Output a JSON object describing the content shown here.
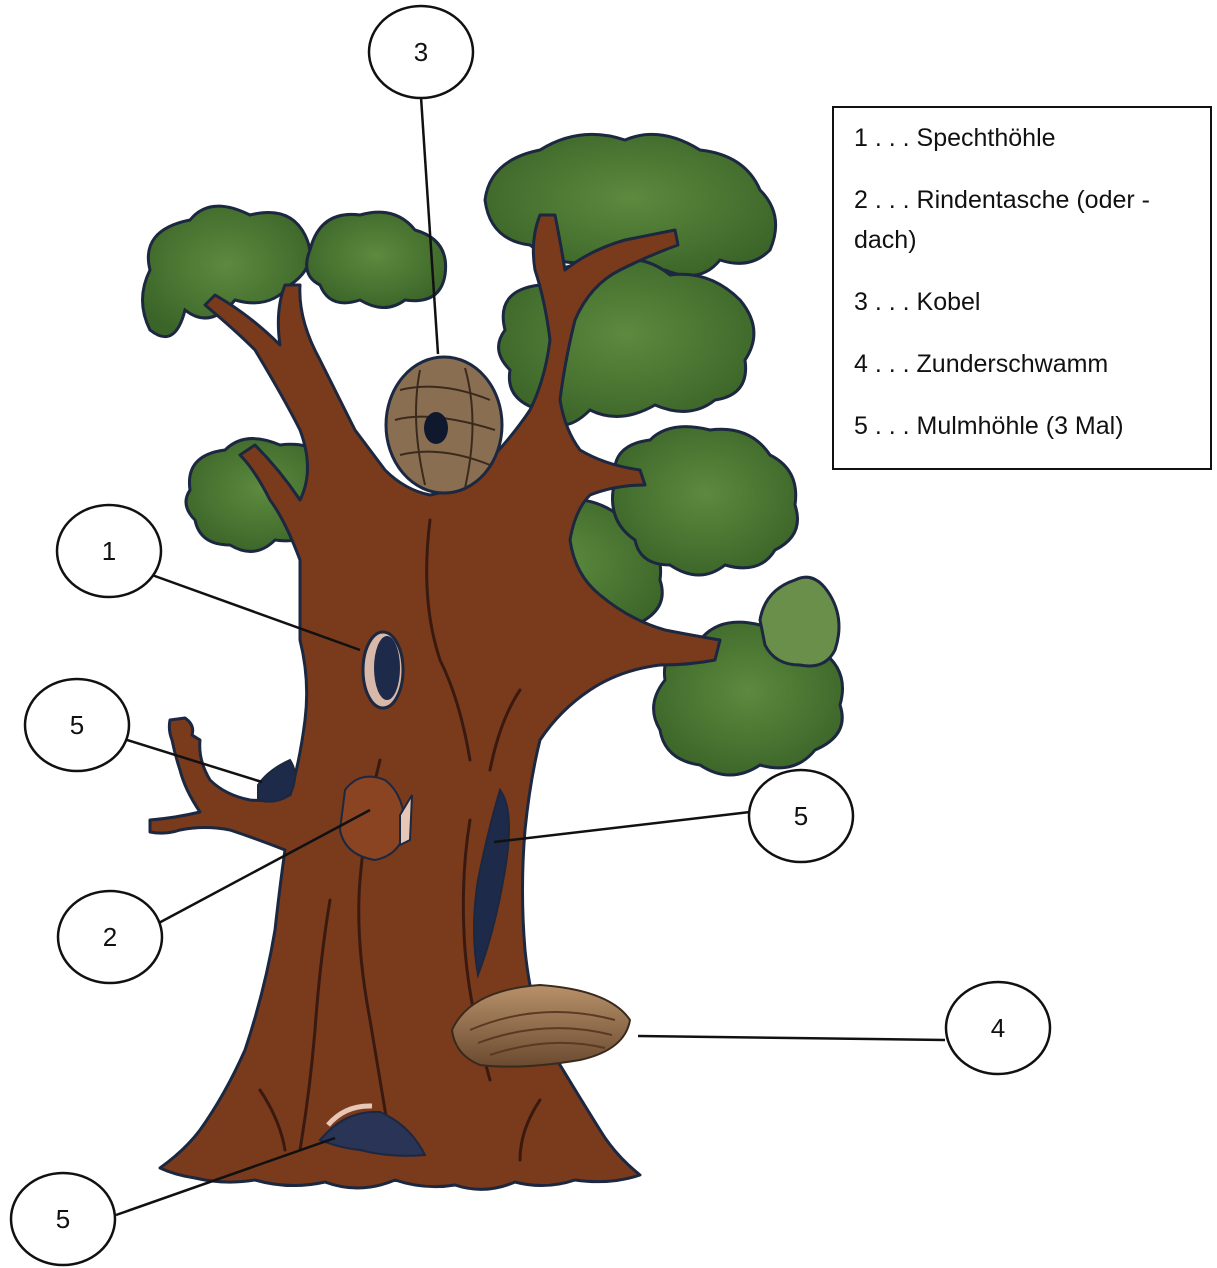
{
  "legend": {
    "items": [
      "1 . . . Spechthöhle",
      "2 . . . Rindentasche (oder -dach)",
      "3 . . . Kobel",
      "4 . . . Zunderschwamm",
      "5 . . . Mulmhöhle (3 Mal)"
    ]
  },
  "callouts": {
    "c1": "1",
    "c2": "2",
    "c3": "3",
    "c4": "4",
    "c5a": "5",
    "c5b": "5",
    "c5c": "5"
  },
  "colors": {
    "bark": "#7a3a1c",
    "outline": "#1c2740",
    "foliage": "#3f6a2c",
    "foliage_light": "#5c8a3e",
    "nest": "#8a6e52",
    "fungus": "#a07a58",
    "hollow": "#1e2a4a"
  }
}
